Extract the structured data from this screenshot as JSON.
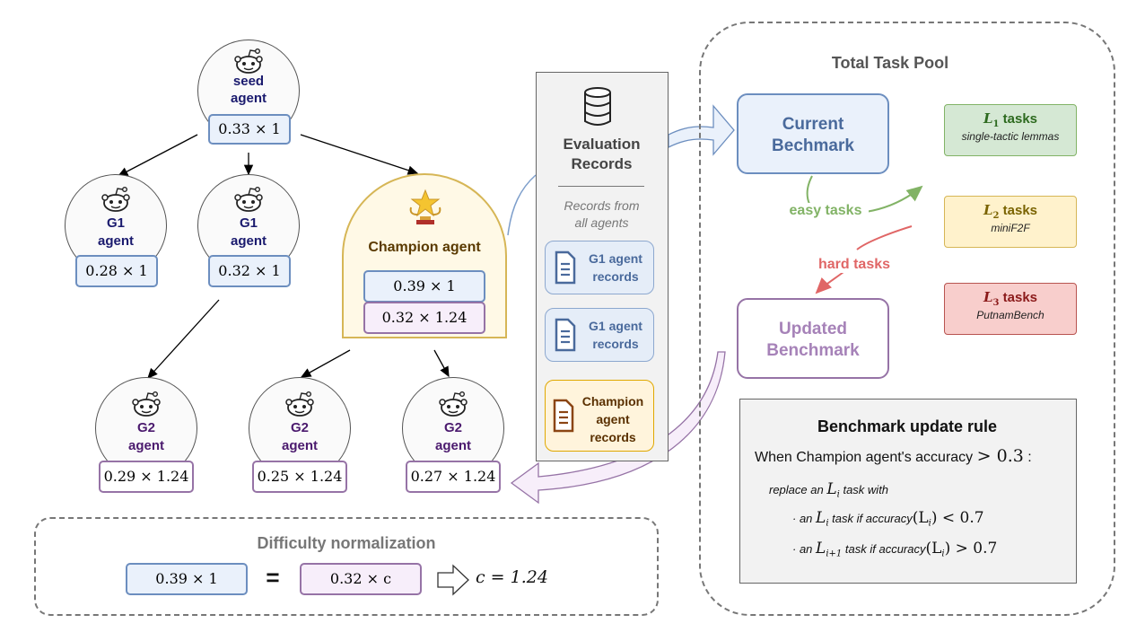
{
  "tree": {
    "seed": {
      "label_line1": "seed",
      "label_line2": "agent",
      "score": "0.33 × 1"
    },
    "g1": [
      {
        "label_line1": "G1",
        "label_line2": "agent",
        "score": "0.28 × 1"
      },
      {
        "label_line1": "G1",
        "label_line2": "agent",
        "score": "0.32 × 1"
      }
    ],
    "champion": {
      "label": "Champion agent",
      "score1": "0.39 × 1",
      "score2": "0.32 × 1.24"
    },
    "g2": [
      {
        "label_line1": "G2",
        "label_line2": "agent",
        "score": "0.29 × 1.24"
      },
      {
        "label_line1": "G2",
        "label_line2": "agent",
        "score": "0.25 × 1.24"
      },
      {
        "label_line1": "G2",
        "label_line2": "agent",
        "score": "0.27 × 1.24"
      }
    ]
  },
  "records": {
    "title_line1": "Evaluation",
    "title_line2": "Records",
    "subtitle_line1": "Records from",
    "subtitle_line2": "all agents",
    "cards": [
      {
        "line1": "G1 agent",
        "line2": "records"
      },
      {
        "line1": "G1 agent",
        "line2": "records"
      },
      {
        "line1": "Champion",
        "line2": "agent",
        "line3": "records"
      }
    ]
  },
  "pool": {
    "title": "Total Task Pool",
    "current_line1": "Current",
    "current_line2": "Bechmark",
    "updated_line1": "Updated",
    "updated_line2": "Benchmark",
    "easy": "easy tasks",
    "hard": "hard tasks",
    "levels": [
      {
        "sym": "L",
        "sub": "1",
        "word": "tasks",
        "desc": "single-tactic lemmas",
        "color": "#d5e8d4",
        "border": "#82b366",
        "text": "#2d6a1f"
      },
      {
        "sym": "L",
        "sub": "2",
        "word": "tasks",
        "desc": "miniF2F",
        "color": "#fff2cc",
        "border": "#d6b656",
        "text": "#7a6300"
      },
      {
        "sym": "L",
        "sub": "3",
        "word": "tasks",
        "desc": "PutnamBench",
        "color": "#f8cecc",
        "border": "#b85450",
        "text": "#8b1a1a"
      }
    ],
    "rule": {
      "title": "Benchmark update rule",
      "line1_pre": "When Champion agent's accuracy",
      "line1_math": "> 0.3",
      "line1_post": ":",
      "line2_pre": "replace an",
      "line2_sym": "L",
      "line2_sub": "i",
      "line2_post": "task with",
      "b1_pre": "· an",
      "b1_sym": "L",
      "b1_sub": "i",
      "b1_mid": "task if accuracy",
      "b1_math": "(L",
      "b1_math_sub": "i",
      "b1_math_post": ") < 0.7",
      "b2_pre": "· an",
      "b2_sym": "L",
      "b2_sub": "i+1",
      "b2_mid": "task if accuracy",
      "b2_math": "(L",
      "b2_math_sub": "i",
      "b2_math_post": ") > 0.7"
    }
  },
  "normalization": {
    "title": "Difficulty normalization",
    "left": "0.39 × 1",
    "eq": "=",
    "right": "0.32 × c",
    "result": "c = 1.24"
  }
}
